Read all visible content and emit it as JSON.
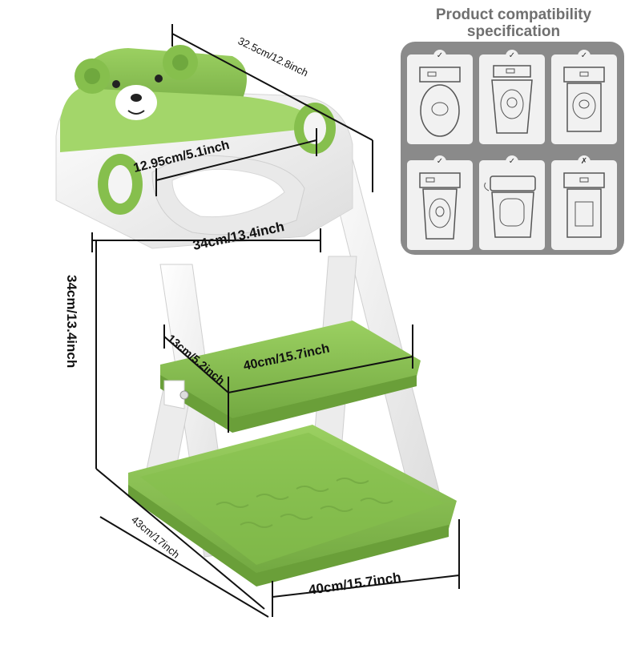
{
  "compatibility": {
    "title_line1": "Product compatibility",
    "title_line2": "specification",
    "cards": [
      {
        "name": "toilet-type-1",
        "mark": "✓"
      },
      {
        "name": "toilet-type-2",
        "mark": "✓"
      },
      {
        "name": "toilet-type-3",
        "mark": "✓"
      },
      {
        "name": "toilet-type-4",
        "mark": "✓"
      },
      {
        "name": "toilet-type-5",
        "mark": "✓"
      },
      {
        "name": "toilet-type-6",
        "mark": "✗"
      }
    ]
  },
  "dimensions": {
    "top_depth": "32.5cm/12.8inch",
    "seat_inner_width": "12.95cm/5.1inch",
    "seat_width": "34cm/13.4inch",
    "height": "34cm/13.4inch",
    "step_depth": "13cm/5.2inch",
    "step_width": "40cm/15.7inch",
    "base_depth": "43cm/17inch",
    "base_width": "40cm/15.7inch"
  },
  "colors": {
    "green": "#8cc253",
    "dark_green": "#6fa83e",
    "white_plastic": "#f4f4f4",
    "panel_gray": "#8a8a8a"
  }
}
